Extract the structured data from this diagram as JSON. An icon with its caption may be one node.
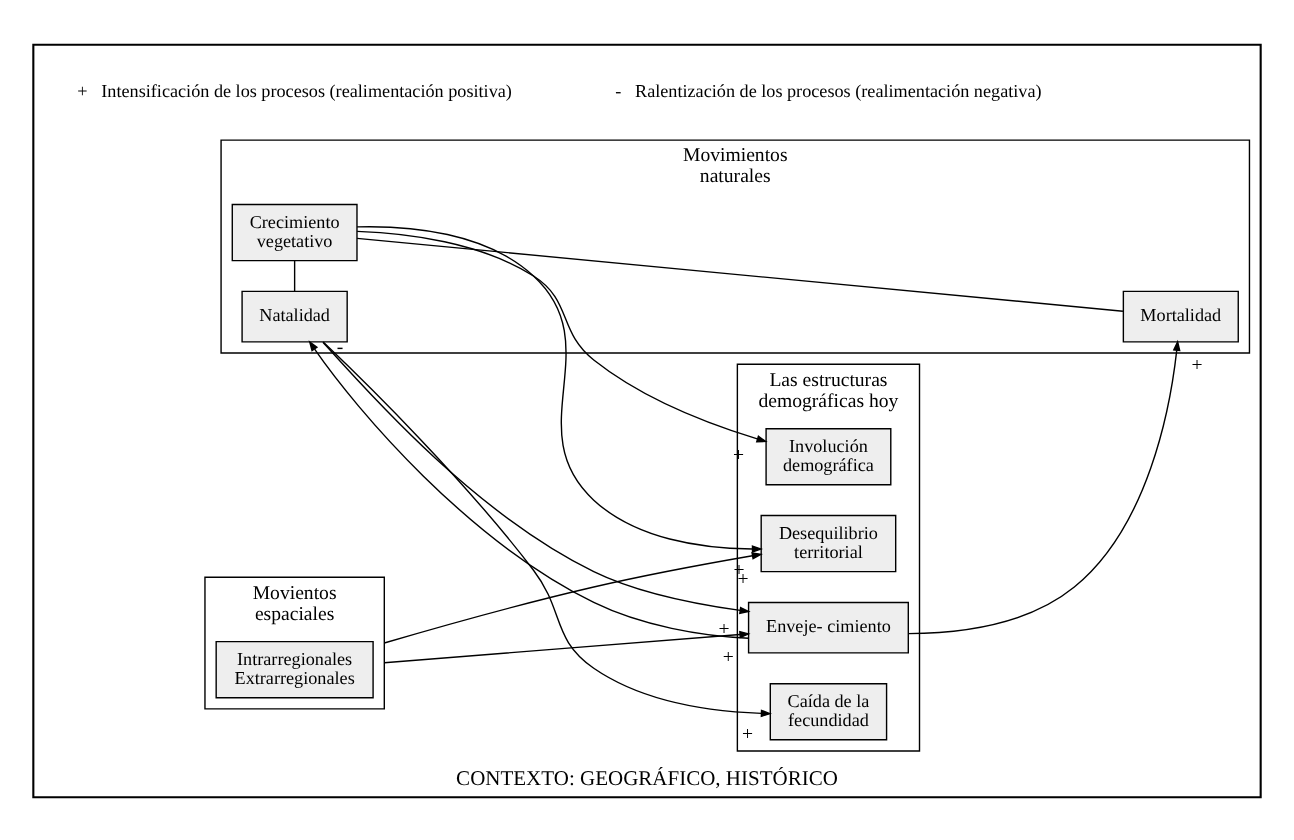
{
  "diagram": {
    "nodes": [
      {
        "text": [
          "CONTEXTO: GEOGRÁFICO, HISTÓRICO"
        ]
      },
      {
        "text": [
          "Movimientos naturales"
        ],
        "in": 0
      },
      {
        "text": [
          "Crecimiento vegetativo"
        ],
        "in": 1
      },
      {
        "text": [
          "Mortalidad"
        ],
        "in": 1
      },
      {
        "text": [
          "Natalidad"
        ],
        "in": 1
      },
      {
        "text": [
          "Las estructuras demográficas hoy"
        ],
        "in": 0
      },
      {
        "text": [
          "Involución demográfica"
        ],
        "in": 5
      },
      {
        "text": [
          "Caída de la fecundidad"
        ],
        "in": 5
      },
      {
        "text": [
          "Enveje- cimiento"
        ],
        "in": 5
      },
      {
        "text": [
          "Desequilibrio territorial"
        ],
        "in": 5
      },
      {
        "text": [
          "Movientos espaciales"
        ],
        "in": 0
      },
      {
        "text": [
          "Intrarregionales Extrarregionales"
        ],
        "in": 10
      }
    ],
    "edges": [
      {
        "from": 2,
        "to": 3,
        "arrow": "none"
      },
      {
        "from": 2,
        "to": 4,
        "arrow": "none"
      },
      {
        "from": 2,
        "to": 6,
        "arrow": "to",
        "label": "+"
      },
      {
        "from": 2,
        "to": 9,
        "arrow": "to",
        "label": "+"
      },
      {
        "from": 4,
        "to": 7,
        "arrow": "to",
        "label": "+"
      },
      {
        "from": 4,
        "to": 8,
        "arrow": "to",
        "label": "+"
      },
      {
        "from": 8,
        "to": 3,
        "arrow": "to",
        "label": "+"
      },
      {
        "from": 8,
        "to": 4,
        "arrow": "to",
        "label": "-"
      },
      {
        "from": 10,
        "to": 8,
        "arrow": "to",
        "label": "+"
      },
      {
        "from": 10,
        "to": 9,
        "arrow": "to",
        "label": "+"
      }
    ],
    "labels": [
      "+",
      "Intensificación de los procesos (realimentación positiva)",
      "-",
      "Ralentización de los procesos (realimentación negativa)"
    ]
  }
}
